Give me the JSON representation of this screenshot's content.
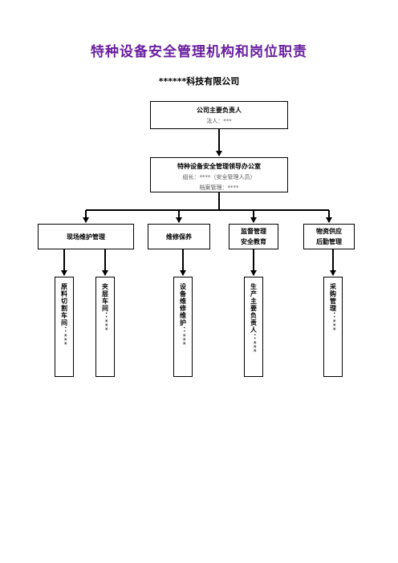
{
  "title": "特种设备安全管理机构和岗位职责",
  "company": "******科技有限公司",
  "top_box": {
    "title": "公司主要负责人",
    "sub": "法人：***"
  },
  "office_box": {
    "title": "特种设备安全管理领导办公室",
    "sub1": "组长：****（安全管理人员）",
    "sub2": "档案管理：****"
  },
  "departments": [
    {
      "label_line1": "现场维护管理",
      "label_line2": ""
    },
    {
      "label_line1": "维修保养",
      "label_line2": ""
    },
    {
      "label_line1": "监督管理",
      "label_line2": "安全教育"
    },
    {
      "label_line1": "物资供应",
      "label_line2": "后勤管理"
    }
  ],
  "positions": [
    {
      "role": "原料切割车间：",
      "person": "***"
    },
    {
      "role": "夹层车间：",
      "person": "***"
    },
    {
      "role": "设备维修维护：",
      "person": "***"
    },
    {
      "role": "生产主要负责人：",
      "person": "***"
    },
    {
      "role": "采购管理：",
      "person": "***"
    }
  ]
}
